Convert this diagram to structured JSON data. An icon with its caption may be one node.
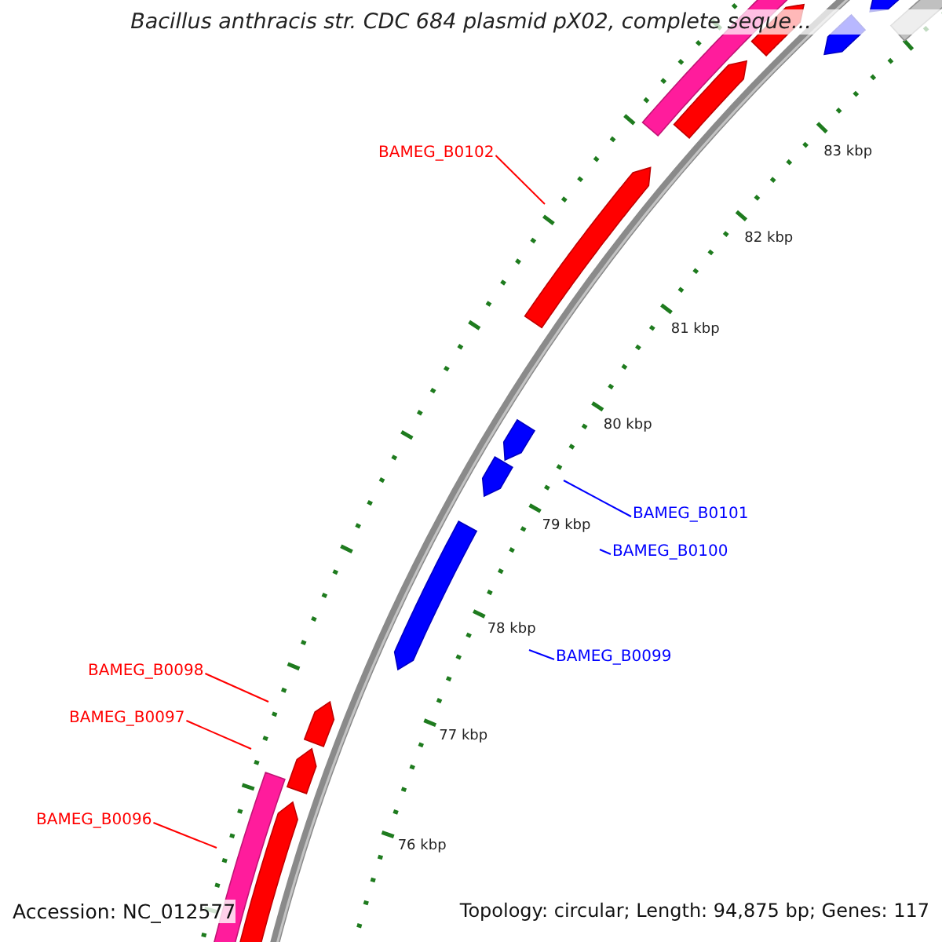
{
  "diagram": {
    "title": "Bacillus anthracis str. CDC 684 plasmid pX02, complete seque...",
    "nodes": [
      {
        "text": [
          "BAMEG_B0102"
        ]
      },
      {
        "text": [
          "BAMEG_B0101"
        ]
      },
      {
        "text": [
          "BAMEG_B0100"
        ]
      },
      {
        "text": [
          "BAMEG_B0099"
        ]
      },
      {
        "text": [
          "BAMEG_B0098"
        ]
      },
      {
        "text": [
          "BAMEG_B0097"
        ]
      },
      {
        "text": [
          "BAMEG_B0096"
        ]
      }
    ],
    "edges": [
      {
        "from": 0,
        "to": null,
        "arrow": "none"
      },
      {
        "from": 1,
        "to": null,
        "arrow": "none",
        "color": "#0000ff"
      },
      {
        "from": 2,
        "to": null,
        "arrow": "none",
        "color": "#0000ff"
      },
      {
        "from": 3,
        "to": null,
        "arrow": "none",
        "color": "#0000ff"
      },
      {
        "from": 4,
        "to": null,
        "arrow": "none"
      },
      {
        "from": 5,
        "to": null,
        "arrow": "none"
      },
      {
        "from": 6,
        "to": null,
        "arrow": "none"
      }
    ],
    "labels": [
      "83 kbp",
      "82 kbp",
      "81 kbp",
      "80 kbp",
      "79 kbp",
      "78 kbp",
      "77 kbp",
      "76 kbp",
      "Accession: NC_012577",
      "Topology: circular; Length: 94,875 bp; Genes: 117"
    ]
  }
}
